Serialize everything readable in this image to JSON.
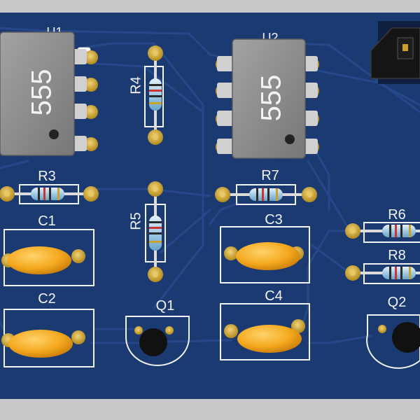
{
  "colors": {
    "board": "#1c3a72",
    "trace": "#25488a",
    "silkscreen": "#f2f2f2",
    "pad": "#c9a227",
    "ic_body": "#8c8c8c",
    "ic_pin": "#cfcfcf",
    "capacitor": "#f4a91f",
    "transistor": "#111111",
    "resistor_body": "#bcd8ea",
    "background": "#c8c8c8"
  },
  "ics": [
    {
      "ref": "U1",
      "marking": "555"
    },
    {
      "ref": "U2",
      "marking": "555"
    }
  ],
  "resistors": [
    {
      "ref": "R3"
    },
    {
      "ref": "R4"
    },
    {
      "ref": "R5"
    },
    {
      "ref": "R6"
    },
    {
      "ref": "R7"
    },
    {
      "ref": "R8"
    }
  ],
  "capacitors": [
    {
      "ref": "C1"
    },
    {
      "ref": "C2"
    },
    {
      "ref": "C3"
    },
    {
      "ref": "C4"
    }
  ],
  "transistors": [
    {
      "ref": "Q1"
    },
    {
      "ref": "Q2"
    }
  ],
  "connector": {
    "name": "header-connector"
  }
}
